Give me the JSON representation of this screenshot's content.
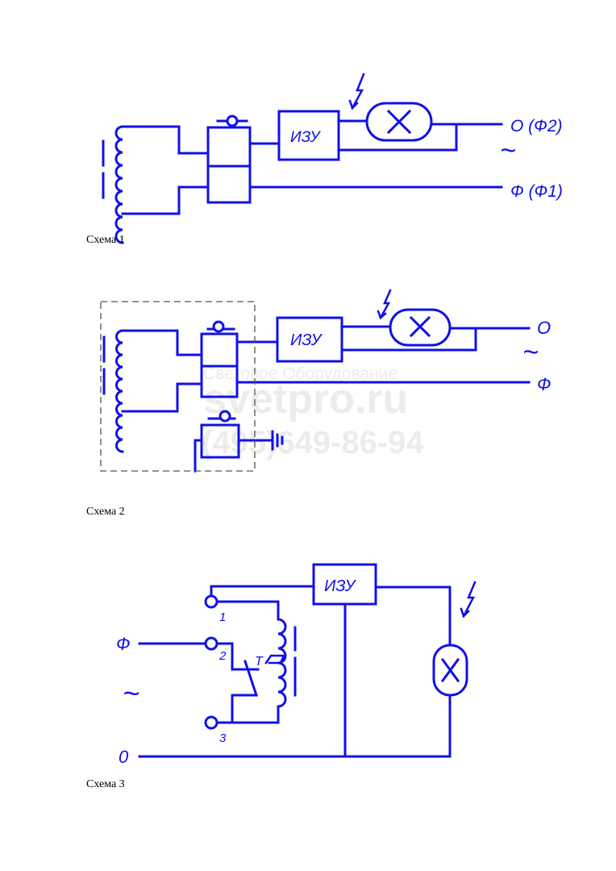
{
  "colors": {
    "wire": "#1010e8",
    "caption": "#000000",
    "watermark": "#ececec",
    "frame": "#555555"
  },
  "watermark": {
    "line1": "Световое Оборудование",
    "line2": "svetpro.ru",
    "line3": "(495)649-86-94"
  },
  "scheme1": {
    "caption": "Схема 1",
    "izu": "ИЗУ",
    "o_label": "О (Ф2)",
    "f_label": "Ф (Ф1)",
    "ac": "~"
  },
  "scheme2": {
    "caption": "Схема 2",
    "izu": "ИЗУ",
    "o_label": "О",
    "f_label": "Ф",
    "ac": "~"
  },
  "scheme3": {
    "caption": "Схема 3",
    "izu": "ИЗУ",
    "f_label": "Ф",
    "zero_label": "0",
    "ac": "~",
    "t1": "1",
    "t2": "2",
    "t3": "3",
    "relay": "T"
  }
}
